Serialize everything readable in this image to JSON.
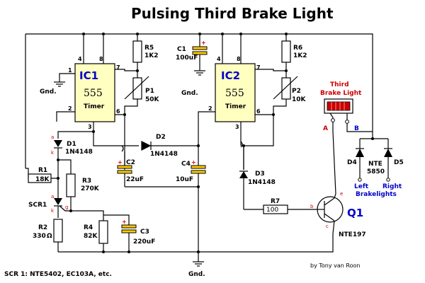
{
  "title": "Pulsing Third Brake Light",
  "ic1": {
    "label": "IC1",
    "type": "555",
    "sub": "Timer",
    "pins": {
      "p4": "4",
      "p8": "8",
      "p1": "1",
      "p7": "7",
      "p2": "2",
      "p6": "6",
      "p3": "3"
    }
  },
  "ic2": {
    "label": "IC2",
    "type": "555",
    "sub": "Timer",
    "pins": {
      "p4": "4",
      "p8": "8",
      "p7": "7",
      "p2": "2",
      "p6": "6",
      "p3": "3"
    }
  },
  "components": {
    "r5": {
      "name": "R5",
      "value": "1K2"
    },
    "p1": {
      "name": "P1",
      "value": "50K"
    },
    "c1": {
      "name": "C1",
      "value": "100uF"
    },
    "r6": {
      "name": "R6",
      "value": "1K2"
    },
    "p2": {
      "name": "P2",
      "value": "10K"
    },
    "d1": {
      "name": "D1",
      "value": "1N4148"
    },
    "d2": {
      "name": "D2",
      "value": "1N4148"
    },
    "c2": {
      "name": "C2",
      "value": "22uF"
    },
    "c4": {
      "name": "C4",
      "value": "10uF"
    },
    "r1": {
      "name": "R1",
      "value": "18K"
    },
    "r3": {
      "name": "R3",
      "value": "270K"
    },
    "scr1": {
      "name": "SCR1"
    },
    "d3": {
      "name": "D3",
      "value": "1N4148"
    },
    "r2": {
      "name": "R2",
      "value": "330"
    },
    "r4": {
      "name": "R4",
      "value": "82K"
    },
    "c3": {
      "name": "C3",
      "value": "220uF"
    },
    "r7": {
      "name": "R7",
      "value": "100"
    },
    "q1": {
      "name": "Q1",
      "value": "NTE197"
    },
    "d4": {
      "name": "D4"
    },
    "d5": {
      "name": "D5"
    },
    "nte": {
      "name": "NTE",
      "value": "5850"
    }
  },
  "labels": {
    "gnd": "Gnd.",
    "brake_light_1": "Third",
    "brake_light_2": "Brake Light",
    "node_a": "A",
    "node_b": "B",
    "left_1": "Left",
    "right_1": "Right",
    "brakelights": "Brakelights",
    "d1_a": "a",
    "d1_k": "k",
    "scr_a": "a",
    "scr_k": "k",
    "scr_g": "g",
    "q_b": "b",
    "q_e": "e",
    "q_c": "c",
    "ohm": "Ω"
  },
  "footer": "SCR 1: NTE5402, EC103A, etc.",
  "credit": "by Tony van Roon",
  "colors": {
    "ic_label": "#0000cc",
    "polarity": "#cc0000",
    "chip_fill": "#ffffc0",
    "cap_fill": "#ffcc00",
    "lamp_fill": "#cc0000"
  }
}
